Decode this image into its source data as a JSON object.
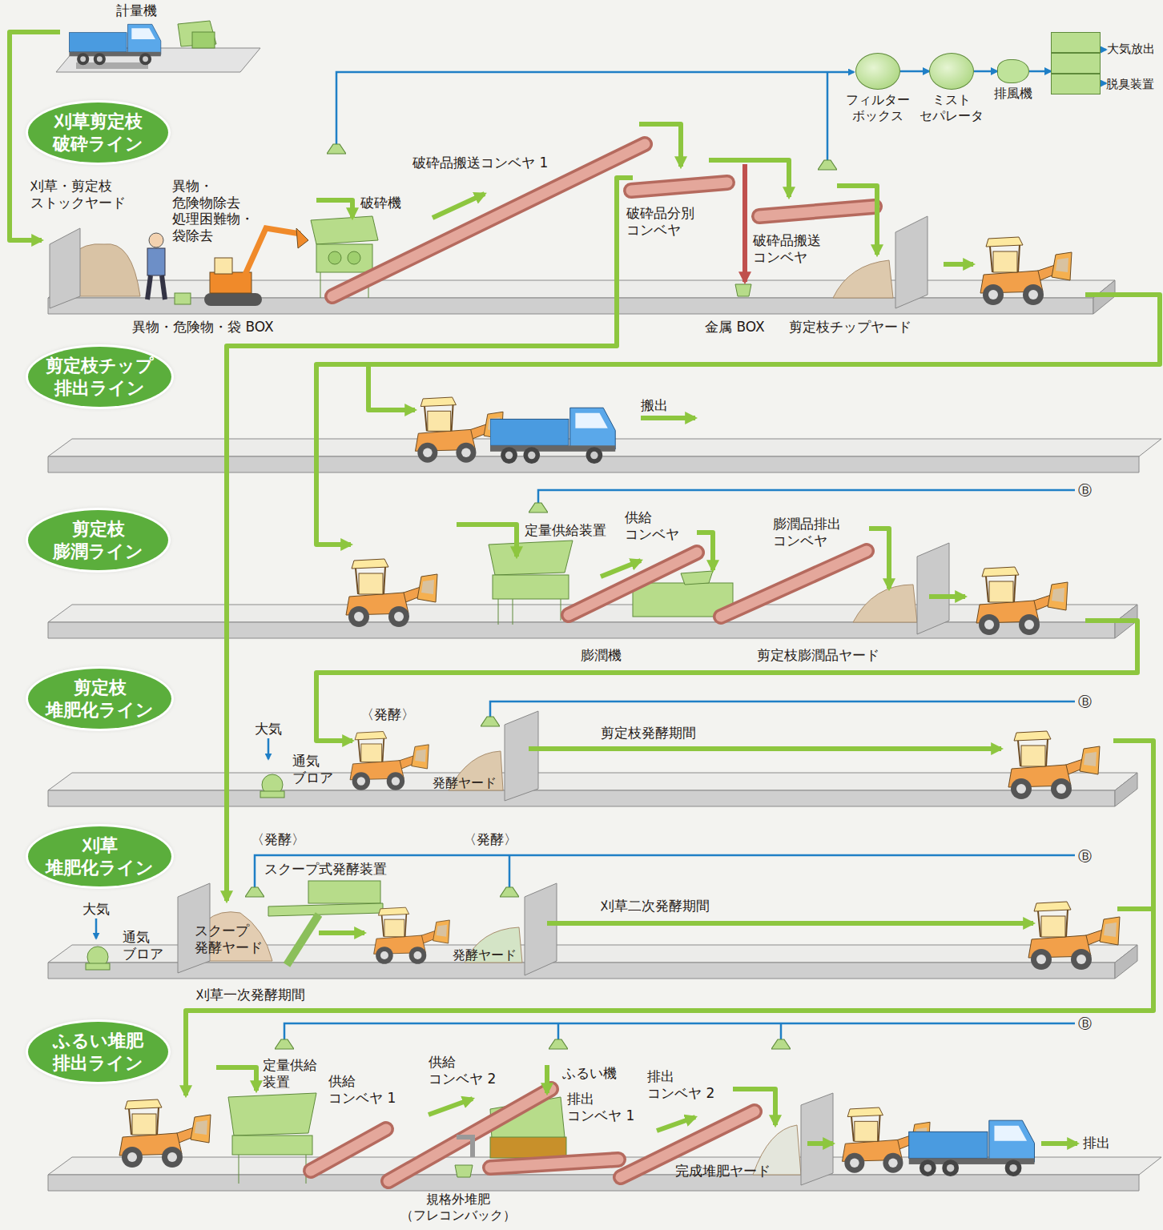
{
  "diagram": {
    "nodes": [
      {
        "text": [
          "刈草剪定枝 破砕ライン"
        ]
      },
      {
        "text": [
          "フィルター ボックス"
        ]
      },
      {
        "text": [
          "ミスト セパレータ"
        ]
      },
      {
        "text": [
          "排風機"
        ]
      },
      {
        "text": [
          "脱臭装置"
        ]
      },
      {
        "text": [
          "剪定枝チップ 排出ライン"
        ]
      },
      {
        "text": [
          "剪定枝 膨潤ライン"
        ]
      },
      {
        "text": [
          "剪定枝 堆肥化ライン"
        ]
      },
      {
        "text": [
          "刈草 堆肥化ライン"
        ]
      },
      {
        "text": [
          "ふるい堆肥 排出ライン"
        ]
      }
    ],
    "edges": [
      {
        "from": 1,
        "to": 2,
        "arrow": "to"
      },
      {
        "from": 2,
        "to": 3,
        "arrow": "to"
      },
      {
        "from": 3,
        "to": 4,
        "arrow": "to"
      }
    ],
    "labels": [
      "計量機",
      "刈草・剪定枝 ストックヤード",
      "異物・危険物除去 処理困難物・袋除去",
      "破砕機",
      "破砕品搬送コンベヤ 1",
      "破砕品分別 コンベヤ",
      "破砕品搬送 コンベヤ",
      "異物・危険物・袋 BOX",
      "金属 BOX",
      "剪定枝チップヤード",
      "大気放出",
      "搬出",
      "Ⓑ",
      "定量供給装置",
      "供給 コンベヤ",
      "膨潤品排出 コンベヤ",
      "膨潤機",
      "剪定枝膨潤品ヤード",
      "Ⓑ",
      "〈発酵〉",
      "大気",
      "通気 ブロア",
      "発酵ヤード",
      "剪定枝発酵期間",
      "〈発酵〉",
      "〈発酵〉",
      "Ⓑ",
      "スクープ式発酵装置",
      "大気",
      "通気 ブロア",
      "刈草二次発酵期間",
      "スクープ 発酵ヤード",
      "発酵ヤード",
      "刈草一次発酵期間",
      "Ⓑ",
      "定量供給 装置",
      "供給 コンベヤ 1",
      "供給 コンベヤ 2",
      "ふるい機",
      "排出 コンベヤ 1",
      "排出 コンベヤ 2",
      "完成堆肥ヤード",
      "排出",
      "規格外堆肥 （フレコンバック）"
    ]
  }
}
